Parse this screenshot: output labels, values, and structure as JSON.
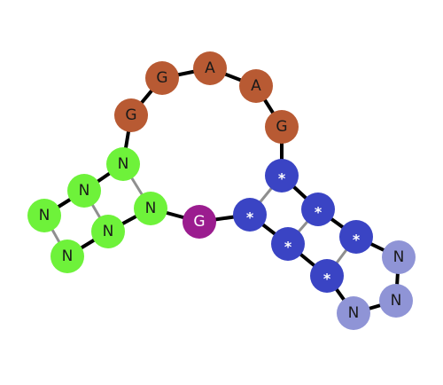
{
  "colors": {
    "loop": "#b85a33",
    "green": "#6ef23a",
    "purple": "#9b1d8f",
    "blue": "#3a44c4",
    "lavender": "#8f94d6",
    "backbone": "#000000",
    "pair": "#8f8f8f",
    "dark_text": "#1a1a1a",
    "light_text": "#ffffff"
  },
  "nodes": [
    {
      "id": "g1",
      "label": "G",
      "group": "loop"
    },
    {
      "id": "g2",
      "label": "G",
      "group": "loop"
    },
    {
      "id": "a1",
      "label": "A",
      "group": "loop"
    },
    {
      "id": "a2",
      "label": "A",
      "group": "loop"
    },
    {
      "id": "g3",
      "label": "G",
      "group": "loop"
    },
    {
      "id": "n_top",
      "label": "N",
      "group": "green"
    },
    {
      "id": "n_l1",
      "label": "N",
      "group": "green"
    },
    {
      "id": "n_l2",
      "label": "N",
      "group": "green"
    },
    {
      "id": "n_l3",
      "label": "N",
      "group": "green"
    },
    {
      "id": "n_mid",
      "label": "N",
      "group": "green"
    },
    {
      "id": "n_r",
      "label": "N",
      "group": "green"
    },
    {
      "id": "g_center",
      "label": "G",
      "group": "purple"
    },
    {
      "id": "s1",
      "label": "*",
      "group": "blue"
    },
    {
      "id": "s2",
      "label": "*",
      "group": "blue"
    },
    {
      "id": "s3",
      "label": "*",
      "group": "blue"
    },
    {
      "id": "s4",
      "label": "*",
      "group": "blue"
    },
    {
      "id": "s5",
      "label": "*",
      "group": "blue"
    },
    {
      "id": "s6",
      "label": "*",
      "group": "blue"
    },
    {
      "id": "nb1",
      "label": "N",
      "group": "lavender"
    },
    {
      "id": "nb2",
      "label": "N",
      "group": "lavender"
    },
    {
      "id": "nb3",
      "label": "N",
      "group": "lavender"
    }
  ],
  "edges": [
    {
      "from": "n_top",
      "to": "g1",
      "kind": "backbone"
    },
    {
      "from": "g1",
      "to": "g2",
      "kind": "backbone"
    },
    {
      "from": "g2",
      "to": "a1",
      "kind": "backbone"
    },
    {
      "from": "a1",
      "to": "a2",
      "kind": "backbone"
    },
    {
      "from": "a2",
      "to": "g3",
      "kind": "backbone"
    },
    {
      "from": "g3",
      "to": "s1",
      "kind": "backbone"
    },
    {
      "from": "n_top",
      "to": "n_l1",
      "kind": "backbone"
    },
    {
      "from": "n_l1",
      "to": "n_l2",
      "kind": "backbone"
    },
    {
      "from": "n_l2",
      "to": "n_l3",
      "kind": "pair"
    },
    {
      "from": "n_l3",
      "to": "n_mid",
      "kind": "backbone"
    },
    {
      "from": "n_mid",
      "to": "n_r",
      "kind": "backbone"
    },
    {
      "from": "n_l1",
      "to": "n_mid",
      "kind": "pair"
    },
    {
      "from": "n_top",
      "to": "n_r",
      "kind": "pair"
    },
    {
      "from": "n_r",
      "to": "g_center",
      "kind": "backbone"
    },
    {
      "from": "g_center",
      "to": "s2",
      "kind": "backbone"
    },
    {
      "from": "s1",
      "to": "s3",
      "kind": "backbone"
    },
    {
      "from": "s1",
      "to": "s2",
      "kind": "pair"
    },
    {
      "from": "s2",
      "to": "s4",
      "kind": "backbone"
    },
    {
      "from": "s3",
      "to": "s4",
      "kind": "pair"
    },
    {
      "from": "s3",
      "to": "s5",
      "kind": "backbone"
    },
    {
      "from": "s4",
      "to": "s6",
      "kind": "backbone"
    },
    {
      "from": "s5",
      "to": "s6",
      "kind": "pair"
    },
    {
      "from": "s5",
      "to": "nb1",
      "kind": "backbone"
    },
    {
      "from": "nb1",
      "to": "nb2",
      "kind": "backbone"
    },
    {
      "from": "nb2",
      "to": "nb3",
      "kind": "backbone"
    },
    {
      "from": "nb3",
      "to": "s6",
      "kind": "backbone"
    }
  ]
}
